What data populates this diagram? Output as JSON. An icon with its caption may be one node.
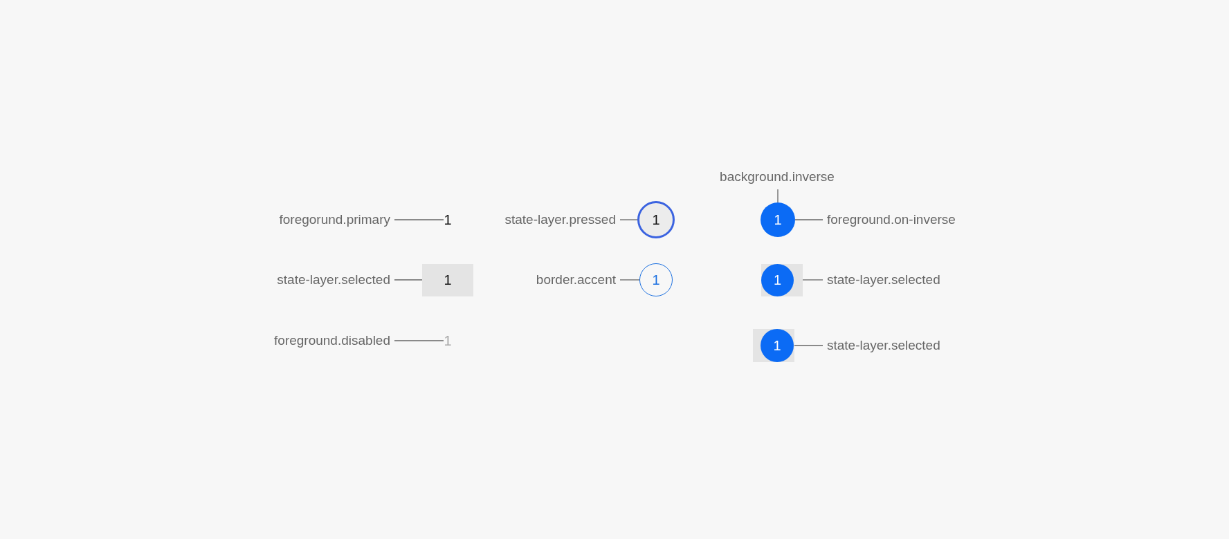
{
  "diagram": {
    "nodes": [
      {
        "text": [
          "foregorund.primary"
        ]
      },
      {
        "text": [
          "1"
        ]
      },
      {
        "text": [
          "state-layer.selected"
        ]
      },
      {
        "text": [
          "1"
        ]
      },
      {
        "text": [
          "foreground.disabled"
        ]
      },
      {
        "text": [
          "1"
        ]
      },
      {
        "text": [
          "state-layer.pressed"
        ]
      },
      {
        "text": [
          "1"
        ]
      },
      {
        "text": [
          "border.accent"
        ]
      },
      {
        "text": [
          "1"
        ]
      },
      {
        "text": [
          "background.inverse"
        ]
      },
      {
        "text": [
          "1"
        ]
      },
      {
        "text": [
          "foreground.on-inverse"
        ]
      },
      {
        "text": [],
        "shape": "box"
      },
      {
        "text": [
          "1"
        ],
        "in": 13
      },
      {
        "text": [
          "state-layer.selected"
        ]
      },
      {
        "text": [],
        "shape": "box"
      },
      {
        "text": [
          "1"
        ],
        "in": 16
      },
      {
        "text": [
          "state-layer.selected"
        ]
      }
    ],
    "edges": [
      {
        "from": 0,
        "to": 1,
        "arrow": "none"
      },
      {
        "from": 2,
        "to": 3,
        "arrow": "none"
      },
      {
        "from": 4,
        "to": 5,
        "arrow": "none"
      },
      {
        "from": 6,
        "to": 7,
        "arrow": "none"
      },
      {
        "from": 8,
        "to": 9,
        "arrow": "none"
      },
      {
        "from": 10,
        "to": 11,
        "arrow": "none"
      },
      {
        "from": 12,
        "to": 11,
        "arrow": "none"
      },
      {
        "from": 15,
        "to": 13,
        "arrow": "none"
      },
      {
        "from": 18,
        "to": 16,
        "arrow": "none"
      }
    ]
  }
}
